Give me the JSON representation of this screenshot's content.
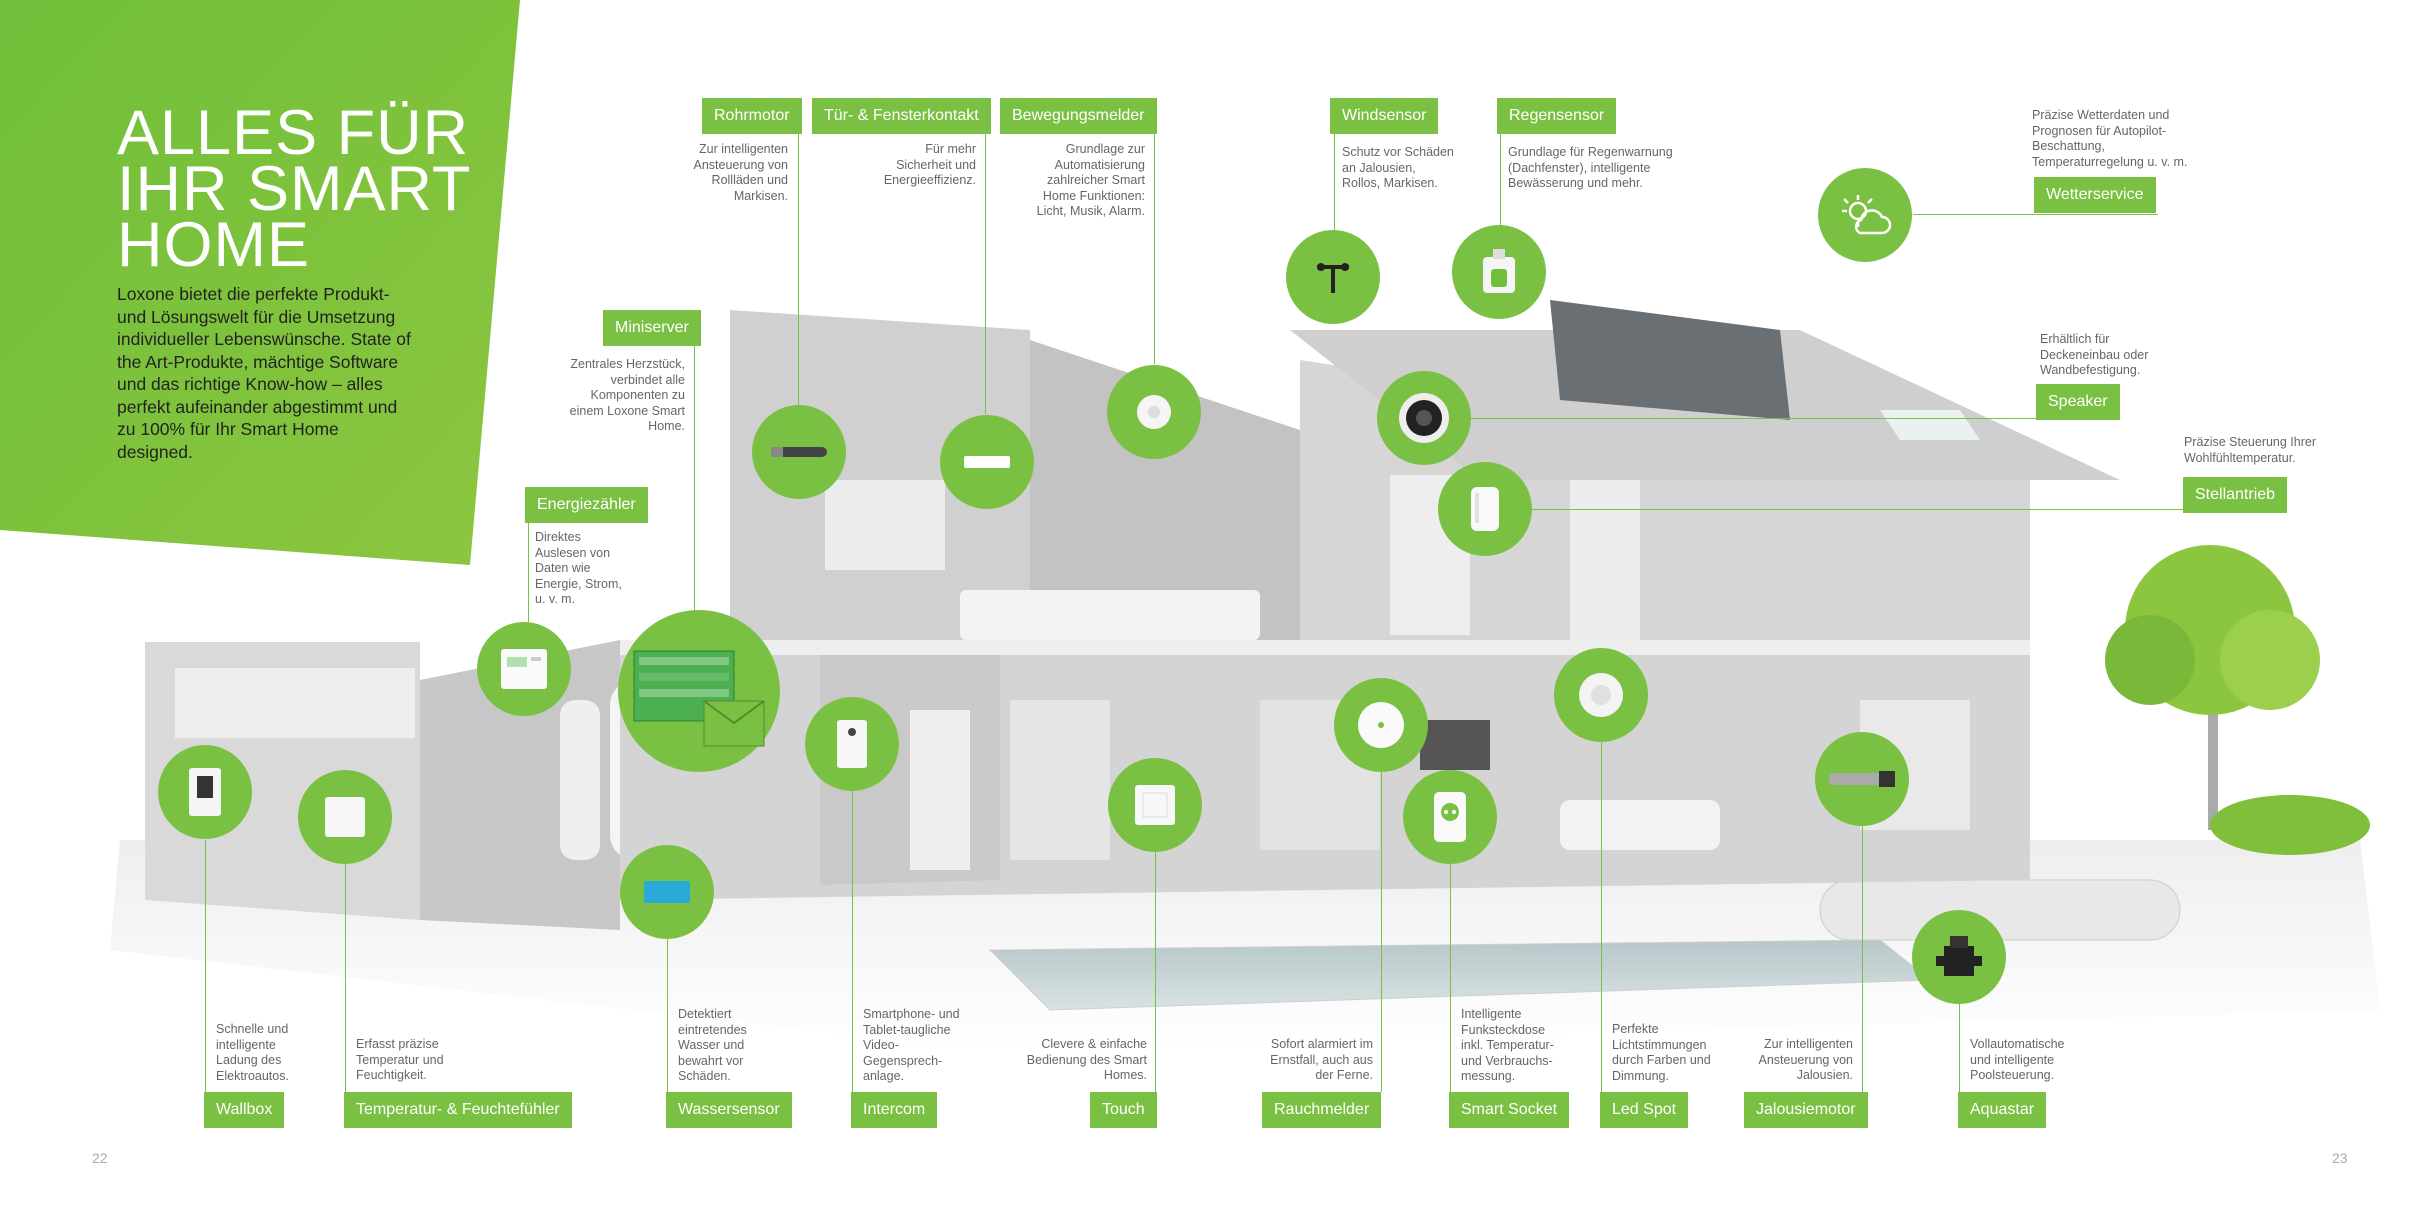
{
  "hero": {
    "title": "ALLES FÜR\nIHR SMART\nHOME",
    "body": "Loxone bietet die perfekte Produkt- und Lösungswelt für die Umsetzung individueller Lebenswünsche. State of the Art-Produkte, mächtige Software und das richtige Know-how – alles perfekt aufeinander abgestimmt und zu 100% für Ihr Smart Home designed."
  },
  "colors": {
    "accent": "#7ac143",
    "house": "#d4d4d4",
    "house_dark": "#b9b9b9"
  },
  "labels": {
    "rohrmotor": {
      "tag": "Rohrmotor",
      "desc": "Zur intelligenten Ansteuerung von Rollläden und Markisen.",
      "icon": "tube-motor-icon"
    },
    "tuer": {
      "tag": "Tür- & Fensterkontakt",
      "desc": "Für mehr Sicherheit und Energieeffizienz.",
      "icon": "door-window-contact-icon"
    },
    "bewegung": {
      "tag": "Bewegungsmelder",
      "desc": "Grundlage zur Automatisierung zahlreicher Smart Home Funktionen: Licht, Musik, Alarm.",
      "icon": "motion-sensor-icon"
    },
    "wind": {
      "tag": "Windsensor",
      "desc": "Schutz vor Schäden an Jalousien, Rollos, Markisen.",
      "icon": "wind-sensor-icon"
    },
    "regen": {
      "tag": "Regensensor",
      "desc": "Grundlage für Regenwarnung (Dachfenster), intelligente Bewässerung und mehr.",
      "icon": "rain-sensor-icon"
    },
    "wetter": {
      "tag": "Wetterservice",
      "desc": "Präzise Wetterdaten und Prognosen für Autopilot-Beschattung, Temperaturregelung u. v. m.",
      "icon": "weather-service-icon"
    },
    "speaker": {
      "tag": "Speaker",
      "desc": "Erhältlich für Deckeneinbau oder Wandbefestigung.",
      "icon": "speaker-icon"
    },
    "stellantrieb": {
      "tag": "Stellantrieb",
      "desc": "Präzise Steuerung Ihrer Wohlfühltemperatur.",
      "icon": "valve-actuator-icon"
    },
    "miniserver": {
      "tag": "Miniserver",
      "desc": "Zentrales Herzstück, verbindet alle Komponenten zu einem Loxone Smart Home.",
      "icon": "miniserver-icon"
    },
    "energie": {
      "tag": "Energiezähler",
      "desc": "Direktes Auslesen von Daten wie Energie, Strom, u. v. m.",
      "icon": "energy-meter-icon"
    },
    "wallbox": {
      "tag": "Wallbox",
      "desc": "Schnelle und intelligente Ladung des Elektroautos.",
      "icon": "wallbox-icon"
    },
    "temperatur": {
      "tag": "Temperatur- & Feuchtefühler",
      "desc": "Erfasst präzise Temperatur und Feuchtigkeit.",
      "icon": "temperature-sensor-icon"
    },
    "wasser": {
      "tag": "Wassersensor",
      "desc": "Detektiert eintretendes Wasser und bewahrt vor Schäden.",
      "icon": "water-sensor-icon"
    },
    "intercom": {
      "tag": "Intercom",
      "desc": "Smartphone- und Tablet-taugliche Video-Gegensprech-anlage.",
      "icon": "intercom-icon"
    },
    "touch": {
      "tag": "Touch",
      "desc": "Clevere & einfache Bedienung des Smart Homes.",
      "icon": "touch-switch-icon"
    },
    "rauch": {
      "tag": "Rauchmelder",
      "desc": "Sofort alarmiert im Ernstfall, auch aus der Ferne.",
      "icon": "smoke-detector-icon"
    },
    "socket": {
      "tag": "Smart Socket",
      "desc": "Intelligente Funksteckdose inkl. Temperatur- und Verbrauchs-messung.",
      "icon": "smart-socket-icon"
    },
    "led": {
      "tag": "Led Spot",
      "desc": "Perfekte Lichtstimmungen durch Farben und Dimmung.",
      "icon": "led-spot-icon"
    },
    "jalousie": {
      "tag": "Jalousiemotor",
      "desc": "Zur intelligenten Ansteuerung von Jalousien.",
      "icon": "blind-motor-icon"
    },
    "aquastar": {
      "tag": "Aquastar",
      "desc": "Vollautomatische und intelligente Poolsteuerung.",
      "icon": "pool-valve-icon"
    }
  },
  "pages": {
    "left": "22",
    "right": "23"
  }
}
